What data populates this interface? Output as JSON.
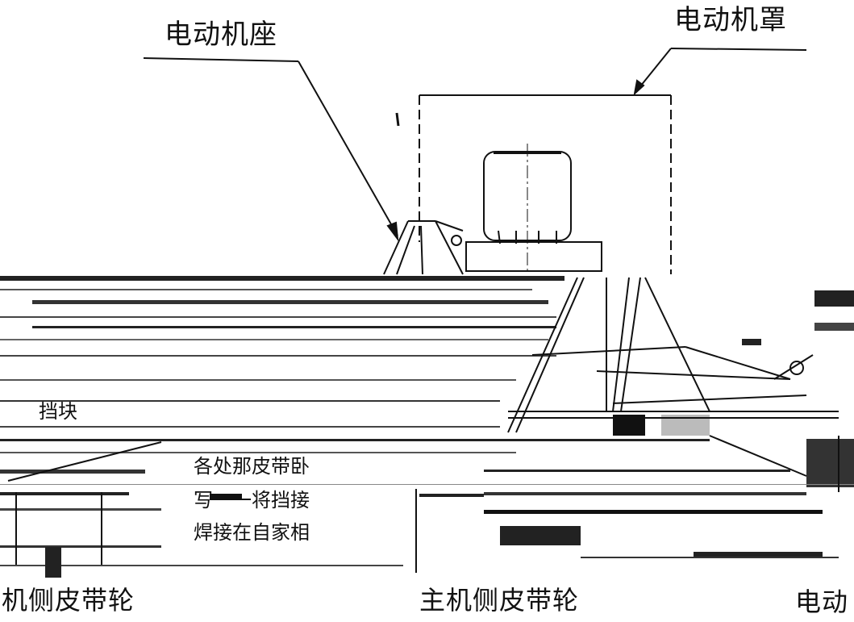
{
  "labels": {
    "motor_base": "电动机座",
    "motor_cover": "电动机罩",
    "stopper": "挡块",
    "annotation_line1": "各处那皮带卧",
    "annotation_line2": "写一一将挡接",
    "annotation_line3": "焊接在自家相",
    "pulley_left": "机侧皮带轮",
    "pulley_main": "主机侧皮带轮",
    "motor_cut": "电动"
  }
}
